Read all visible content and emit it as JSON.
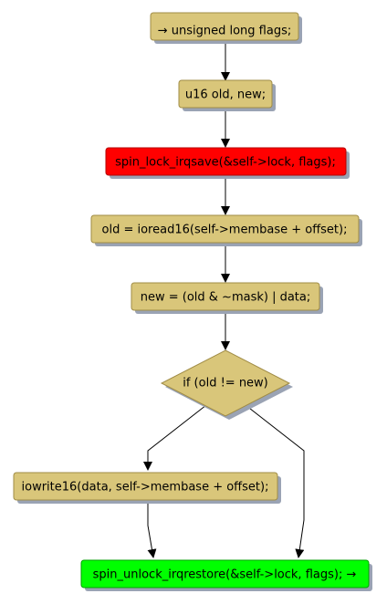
{
  "colors": {
    "node_fill": "#d9c67a",
    "node_stroke": "#a08c46",
    "shadow": "#9aa3b4",
    "lock_fill": "#ff0000",
    "unlock_fill": "#00ff00",
    "edge": "#000000"
  },
  "nodes": {
    "start": "→ unsigned long flags;",
    "decl": "u16 old, new;",
    "lock": "spin_lock_irqsave(&self->lock, flags);",
    "read": "old = ioread16(self->membase + offset);",
    "compute": "new = (old & ~mask) | data;",
    "decision": "if (old != new)",
    "write": "iowrite16(data, self->membase + offset);",
    "unlock": "spin_unlock_irqrestore(&self->lock, flags); →"
  }
}
